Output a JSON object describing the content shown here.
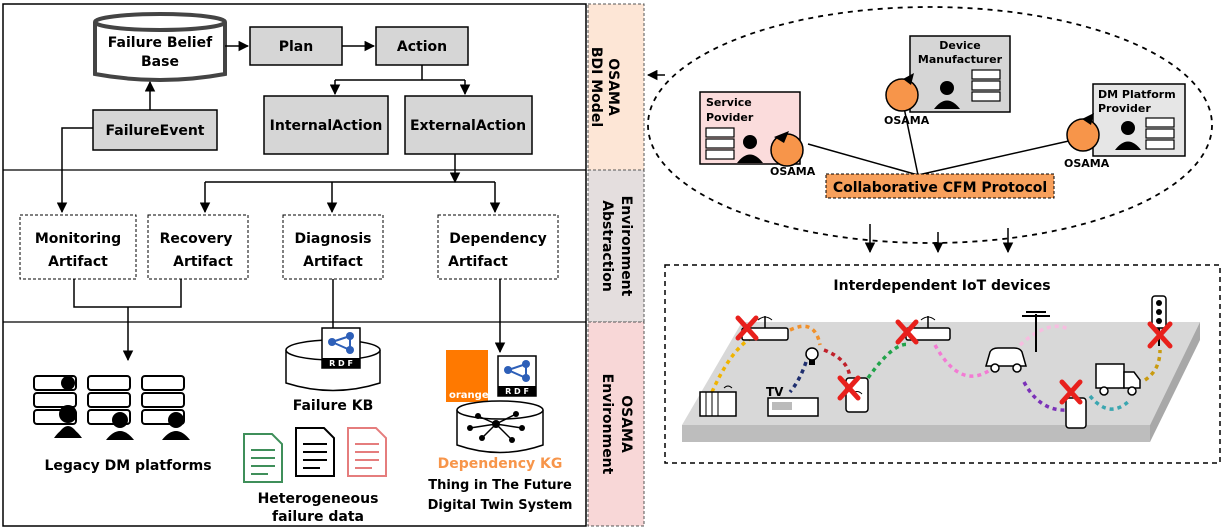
{
  "bdi": {
    "failure_belief_base": [
      "Failure Belief",
      "Base"
    ],
    "plan": "Plan",
    "action": "Action",
    "internal_action": "InternalAction",
    "external_action": "ExternalAction",
    "failure_event": "FailureEvent"
  },
  "artifacts": {
    "monitoring": [
      "Monitoring",
      "Artifact"
    ],
    "recovery": [
      "Recovery",
      "Artifact"
    ],
    "diagnosis": [
      "Diagnosis",
      "Artifact"
    ],
    "dependency": [
      "Dependency",
      "Artifact"
    ]
  },
  "environment": {
    "legacy_dm": "Legacy DM platforms",
    "failure_kb": "Failure KB",
    "heterogeneous": [
      "Heterogeneous",
      "failure data"
    ],
    "rdf": "R D F",
    "orange": "orange",
    "dependency_kg": "Dependency KG",
    "thing_future": [
      "Thing in The Future",
      "Digital Twin System"
    ]
  },
  "side_labels": {
    "bdi_model": [
      "OSAMA",
      "BDI Model"
    ],
    "env_abstraction": [
      "Environment",
      "Abstraction"
    ],
    "osama_env": [
      "OSAMA",
      "Environment"
    ]
  },
  "collab": {
    "service_provider": [
      "Service",
      "Povider"
    ],
    "device_manufacturer": [
      "Device",
      "Manufacturer"
    ],
    "dm_platform_provider": [
      "DM Platform",
      "Provider"
    ],
    "osama": "OSAMA",
    "protocol": "Collaborative CFM Protocol"
  },
  "iot": {
    "title": "Interdependent IoT devices",
    "tv": "TV"
  },
  "colors": {
    "gray_box": "#d6d6d6",
    "bdi_band": "#fde6d6",
    "abstraction_band": "#e4dede",
    "env_band": "#f8d7d7",
    "orange": "#f7954a",
    "orange_brand": "#ff7900",
    "protocol_bg": "#f7a05c",
    "service_bg": "#fbdcdc",
    "red_x": "#e8201c"
  }
}
